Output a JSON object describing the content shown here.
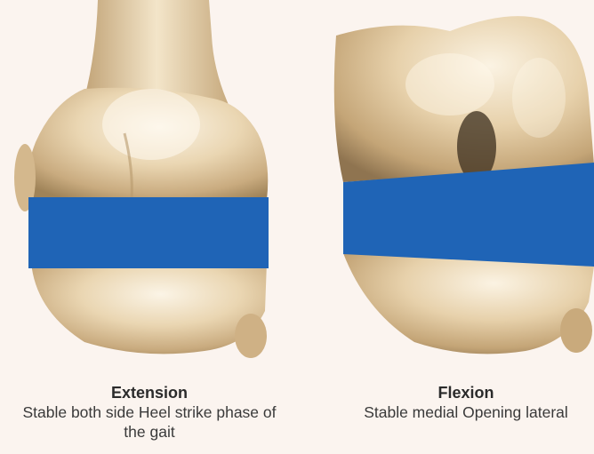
{
  "figures": [
    {
      "title": "Extension",
      "description": "Stable both side Heel strike phase of the gait"
    },
    {
      "title": "Flexion",
      "description": "Stable medial Opening lateral"
    }
  ],
  "colors": {
    "background": "#fbf4ef",
    "bone_light": "#f6ead2",
    "bone_mid": "#ddc49a",
    "bone_shadow": "#a78a62",
    "band": "#1f64b6"
  },
  "icons": [
    "knee-extension-illustration",
    "knee-flexion-illustration"
  ]
}
